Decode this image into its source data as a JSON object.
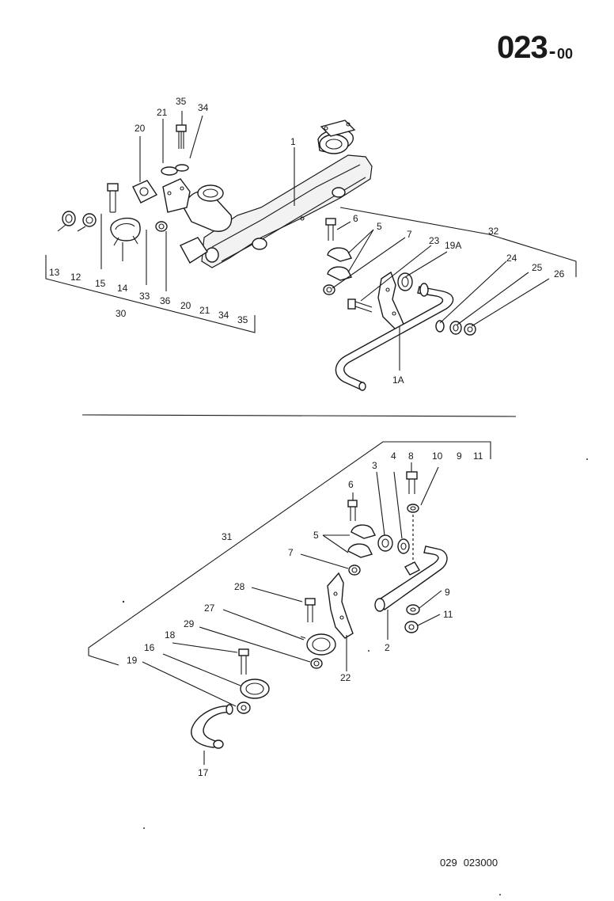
{
  "header": {
    "group_number": "023",
    "separator": "-",
    "subgroup": "00"
  },
  "footer": {
    "left_code": "029",
    "right_code": "023000"
  },
  "upper_assembly": {
    "labels": {
      "l1": "1",
      "l13": "13",
      "l12": "12",
      "l15": "15",
      "l14": "14",
      "l33": "33",
      "l36": "36",
      "l20a": "20",
      "l21a": "21",
      "l35a": "35",
      "l34a": "34",
      "l20b": "20",
      "l21b": "21",
      "l34b": "34",
      "l35b": "35",
      "l30": "30",
      "l6": "6",
      "l5": "5",
      "l7": "7",
      "l23": "23",
      "l19A": "19A",
      "l32": "32",
      "l24": "24",
      "l25": "25",
      "l26": "26",
      "l1A": "1A"
    }
  },
  "lower_assembly": {
    "labels": {
      "l31": "31",
      "l3": "3",
      "l4": "4",
      "l8": "8",
      "l10": "10",
      "l9a": "9",
      "l11a": "11",
      "l6": "6",
      "l5": "5",
      "l7": "7",
      "l28": "28",
      "l27": "27",
      "l29": "29",
      "l18": "18",
      "l16": "16",
      "l19": "19",
      "l22": "22",
      "l2": "2",
      "l9b": "9",
      "l11b": "11",
      "l17": "17"
    }
  }
}
